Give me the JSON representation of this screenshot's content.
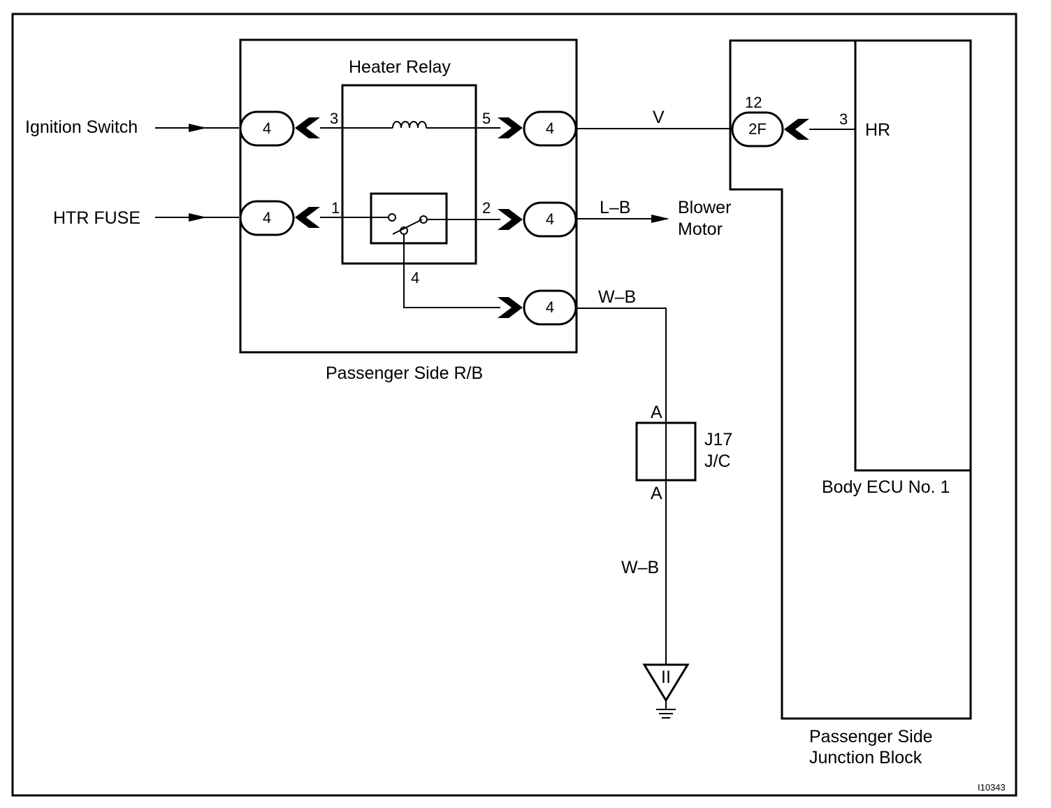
{
  "figure_id": "I10343",
  "inputs": {
    "ignition_switch": "Ignition Switch",
    "htr_fuse": "HTR FUSE"
  },
  "relay_box": {
    "title": "Passenger Side R/B",
    "relay_title": "Heater Relay",
    "connectors": {
      "in_ignition": "4",
      "in_fuse": "4",
      "out_coil": "4",
      "out_blower": "4",
      "out_ground": "4"
    },
    "pins": {
      "coil_in": "3",
      "coil_out": "5",
      "switch_in": "1",
      "switch_out": "2",
      "switch_common": "4"
    }
  },
  "wires": {
    "v": "V",
    "lb": "L–B",
    "wb_top": "W–B",
    "wb_bottom": "W–B"
  },
  "blower": {
    "line1": "Blower",
    "line2": "Motor"
  },
  "junction_connector": {
    "name_line1": "J17",
    "name_line2": "J/C",
    "pin_top": "A",
    "pin_bottom": "A"
  },
  "ground": {
    "symbol": "II"
  },
  "junction_block": {
    "title_line1": "Passenger Side",
    "title_line2": "Junction Block",
    "connector": {
      "pin_number": "12",
      "label": "2F"
    }
  },
  "ecu": {
    "title": "Body ECU No. 1",
    "pin": "3",
    "terminal": "HR"
  }
}
